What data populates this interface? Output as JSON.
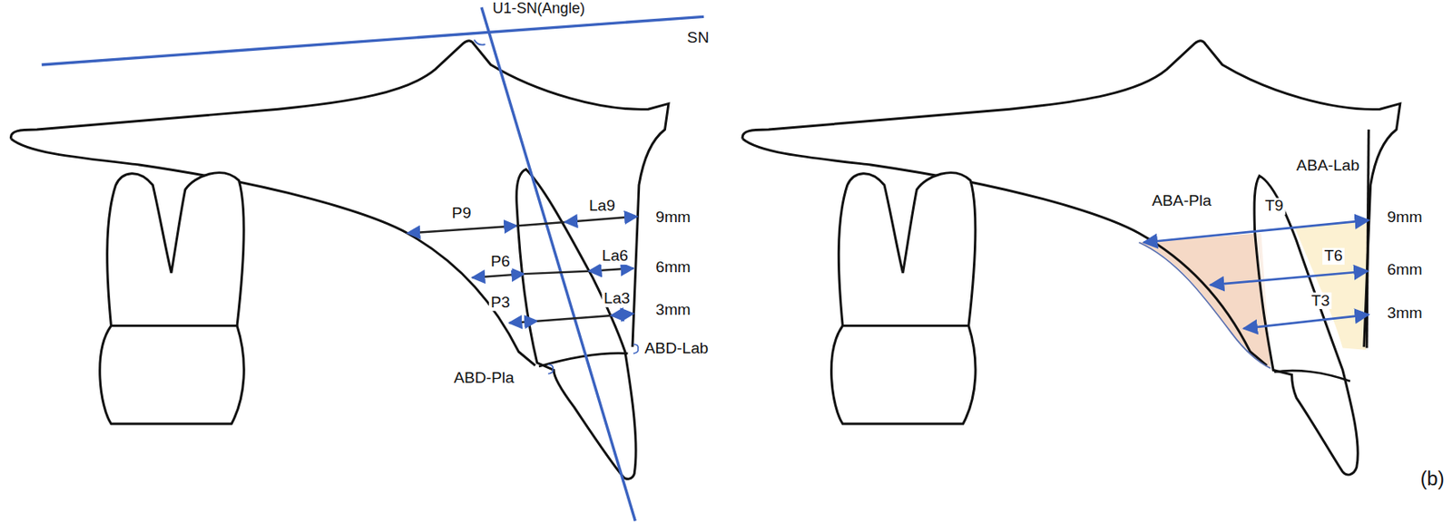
{
  "diagram": {
    "labels": [
      "U1-SN(Angle)",
      "SN",
      "P9",
      "La9",
      "9mm",
      "P6",
      "La6",
      "6mm",
      "P3",
      "La3",
      "3mm",
      "ABD-Lab",
      "ABD-Pla",
      "ABA-Pla",
      "ABA-Lab",
      "T9",
      "9mm",
      "T6",
      "6mm",
      "T3",
      "3mm",
      "(b)"
    ]
  }
}
